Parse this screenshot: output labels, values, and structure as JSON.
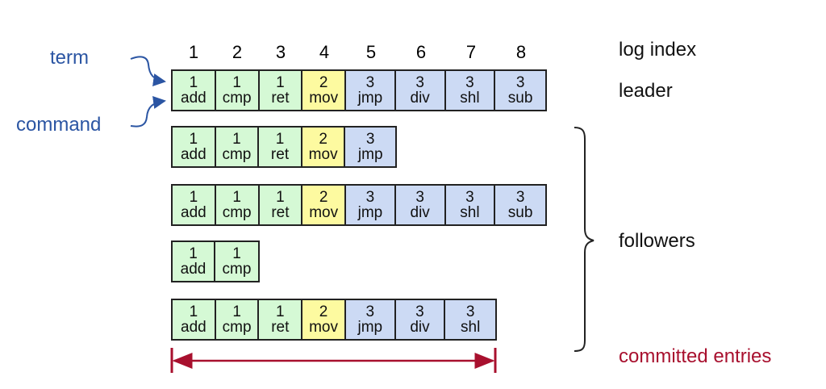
{
  "labels": {
    "log_index": "log index",
    "leader": "leader",
    "followers": "followers",
    "committed": "committed entries",
    "term": "term",
    "command": "command"
  },
  "colors": {
    "term1": "#d5f9d5",
    "term2": "#fdfaa0",
    "term3": "#ccdaf4",
    "annotation": "#2b55a3",
    "committed": "#a8102e"
  },
  "log_indices": [
    "1",
    "2",
    "3",
    "4",
    "5",
    "6",
    "7",
    "8"
  ],
  "logs": [
    {
      "role": "leader",
      "entries": [
        {
          "term": "1",
          "cmd": "add"
        },
        {
          "term": "1",
          "cmd": "cmp"
        },
        {
          "term": "1",
          "cmd": "ret"
        },
        {
          "term": "2",
          "cmd": "mov"
        },
        {
          "term": "3",
          "cmd": "jmp"
        },
        {
          "term": "3",
          "cmd": "div"
        },
        {
          "term": "3",
          "cmd": "shl"
        },
        {
          "term": "3",
          "cmd": "sub"
        }
      ]
    },
    {
      "role": "follower",
      "entries": [
        {
          "term": "1",
          "cmd": "add"
        },
        {
          "term": "1",
          "cmd": "cmp"
        },
        {
          "term": "1",
          "cmd": "ret"
        },
        {
          "term": "2",
          "cmd": "mov"
        },
        {
          "term": "3",
          "cmd": "jmp"
        }
      ]
    },
    {
      "role": "follower",
      "entries": [
        {
          "term": "1",
          "cmd": "add"
        },
        {
          "term": "1",
          "cmd": "cmp"
        },
        {
          "term": "1",
          "cmd": "ret"
        },
        {
          "term": "2",
          "cmd": "mov"
        },
        {
          "term": "3",
          "cmd": "jmp"
        },
        {
          "term": "3",
          "cmd": "div"
        },
        {
          "term": "3",
          "cmd": "shl"
        },
        {
          "term": "3",
          "cmd": "sub"
        }
      ]
    },
    {
      "role": "follower",
      "entries": [
        {
          "term": "1",
          "cmd": "add"
        },
        {
          "term": "1",
          "cmd": "cmp"
        }
      ]
    },
    {
      "role": "follower",
      "entries": [
        {
          "term": "1",
          "cmd": "add"
        },
        {
          "term": "1",
          "cmd": "cmp"
        },
        {
          "term": "1",
          "cmd": "ret"
        },
        {
          "term": "2",
          "cmd": "mov"
        },
        {
          "term": "3",
          "cmd": "jmp"
        },
        {
          "term": "3",
          "cmd": "div"
        },
        {
          "term": "3",
          "cmd": "shl"
        }
      ]
    }
  ],
  "committed_through_index": 7
}
